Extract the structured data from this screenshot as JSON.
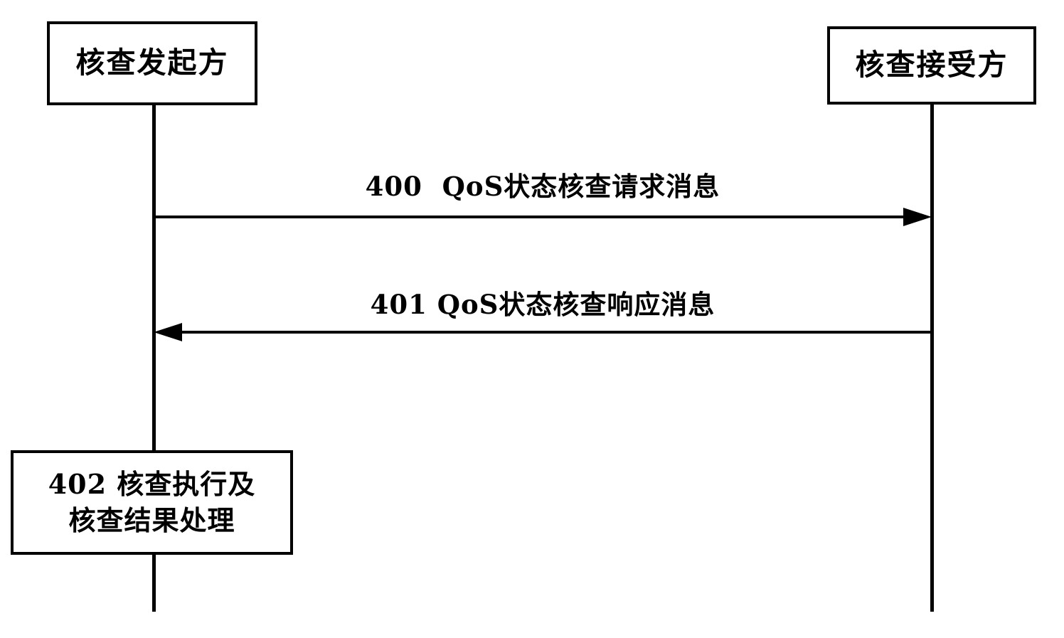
{
  "diagram": {
    "type": "sequence-diagram",
    "title": "",
    "colors": {
      "stroke": "#000000",
      "background": "#ffffff",
      "text": "#000000"
    },
    "participants": [
      {
        "id": "initiator",
        "label": "核查发起方"
      },
      {
        "id": "receiver",
        "label": "核查接受方"
      }
    ],
    "messages": [
      {
        "id": "400",
        "label": "400  QoS状态核查请求消息",
        "from": "initiator",
        "to": "receiver",
        "direction": "right",
        "arrow": "solid-filled"
      },
      {
        "id": "401",
        "label": "401 QoS状态核查响应消息",
        "from": "receiver",
        "to": "initiator",
        "direction": "left",
        "arrow": "solid-filled"
      }
    ],
    "actions": [
      {
        "id": "402",
        "on": "initiator",
        "line1": "402 核查执行及",
        "line2": "核查结果处理"
      }
    ]
  }
}
